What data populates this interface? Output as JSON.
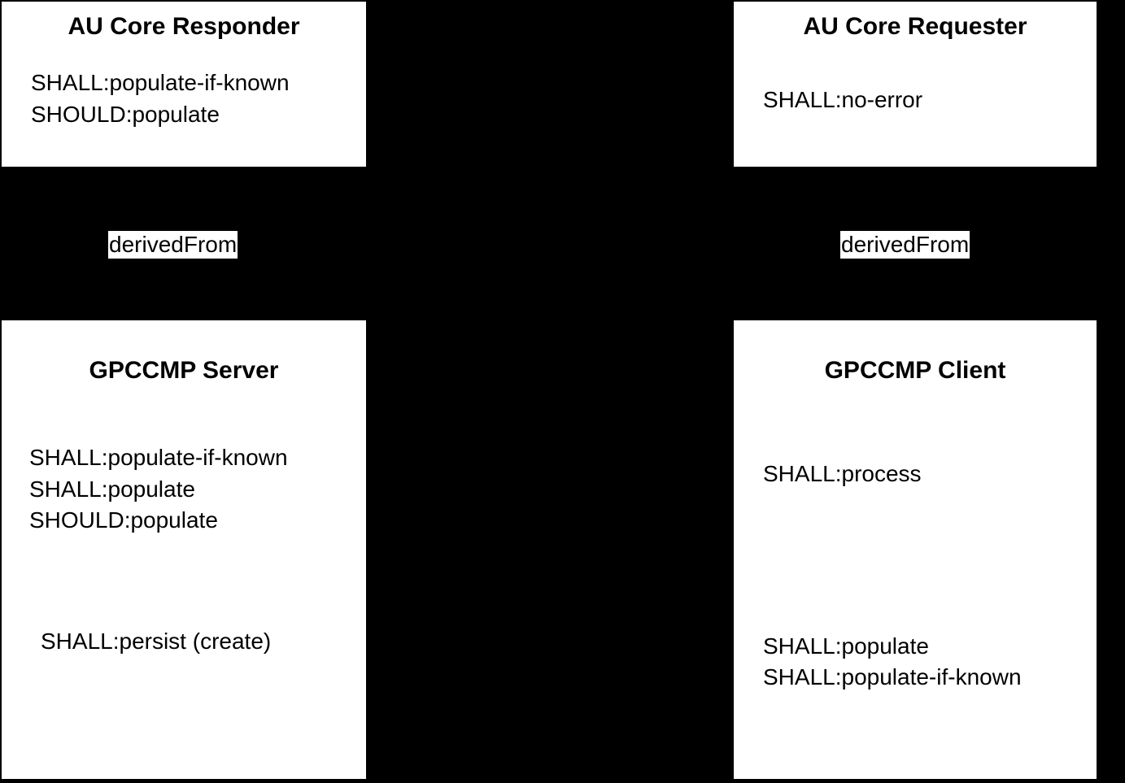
{
  "diagram": {
    "type": "capability-derivation-diagram",
    "background_color": "#000000",
    "node_fill_color": "#ffffff",
    "node_border_color": "#000000",
    "text_color": "#000000",
    "nodes": [
      {
        "id": "au-core-responder",
        "title": "AU Core Responder",
        "requirements": [
          "SHALL:populate-if-known",
          "SHOULD:populate"
        ],
        "requirements_late": []
      },
      {
        "id": "au-core-requester",
        "title": "AU Core Requester",
        "requirements": [
          "SHALL:no-error"
        ],
        "requirements_late": []
      },
      {
        "id": "gpccmp-server",
        "title": "GPCCMP Server",
        "requirements": [
          "SHALL:populate-if-known",
          "SHALL:populate",
          "SHOULD:populate"
        ],
        "requirements_late": [
          "SHALL:persist (create)"
        ]
      },
      {
        "id": "gpccmp-client",
        "title": "GPCCMP Client",
        "requirements": [
          "SHALL:process"
        ],
        "requirements_late": [
          "SHALL:populate",
          "SHALL:populate-if-known"
        ]
      }
    ],
    "edges": [
      {
        "id": "edge-left",
        "label": "derivedFrom",
        "from": "gpccmp-server",
        "to": "au-core-responder"
      },
      {
        "id": "edge-right",
        "label": "derivedFrom",
        "from": "gpccmp-client",
        "to": "au-core-requester"
      }
    ]
  }
}
